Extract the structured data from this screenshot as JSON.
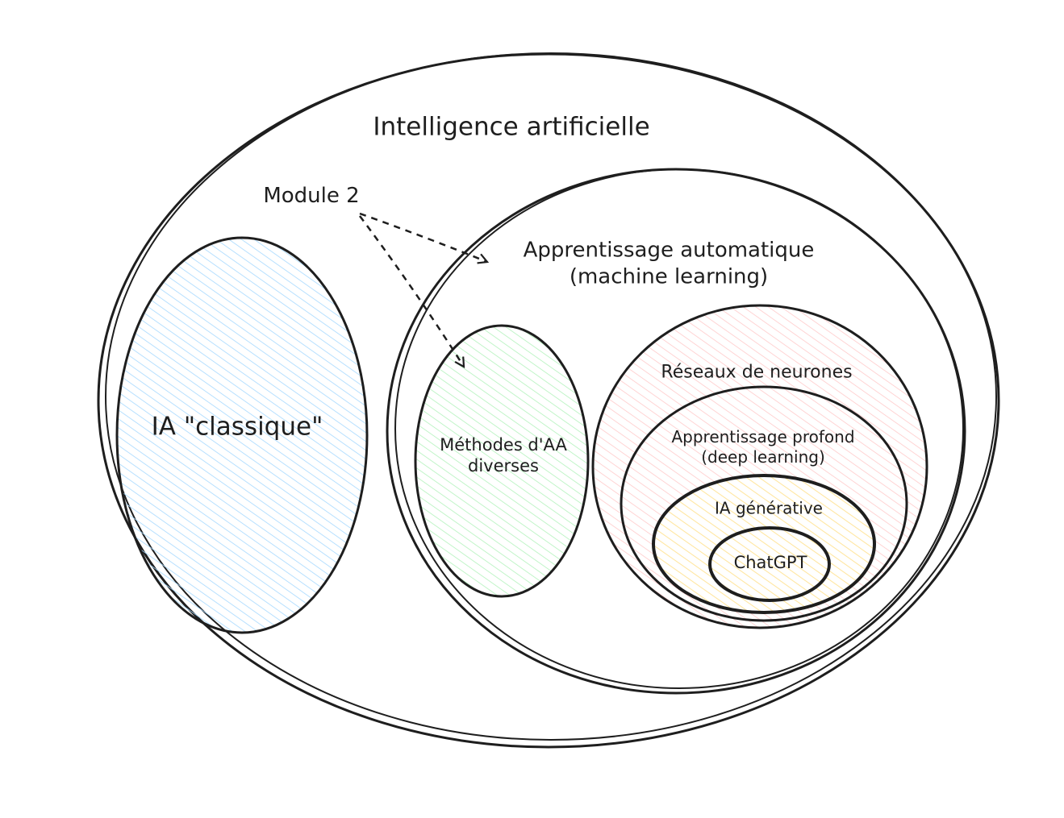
{
  "title": "Intelligence artificielle",
  "annotation": "Module 2",
  "sets": {
    "classic_ai": "IA \"classique\"",
    "machine_learning_line1": "Apprentissage automatique",
    "machine_learning_line2": "(machine learning)",
    "various_ml_line1": "Méthodes d'AA",
    "various_ml_line2": "diverses",
    "neural_networks": "Réseaux de neurones",
    "deep_learning_line1": "Apprentissage profond",
    "deep_learning_line2": "(deep learning)",
    "generative_ai": "IA générative",
    "chatgpt": "ChatGPT"
  },
  "colors": {
    "stroke": "#1e1e1e",
    "classic_fill": "#a5d8ff",
    "various_fill": "#b2f2bb",
    "neural_fill": "#ffc9c9",
    "generative_fill": "#ffec99"
  }
}
